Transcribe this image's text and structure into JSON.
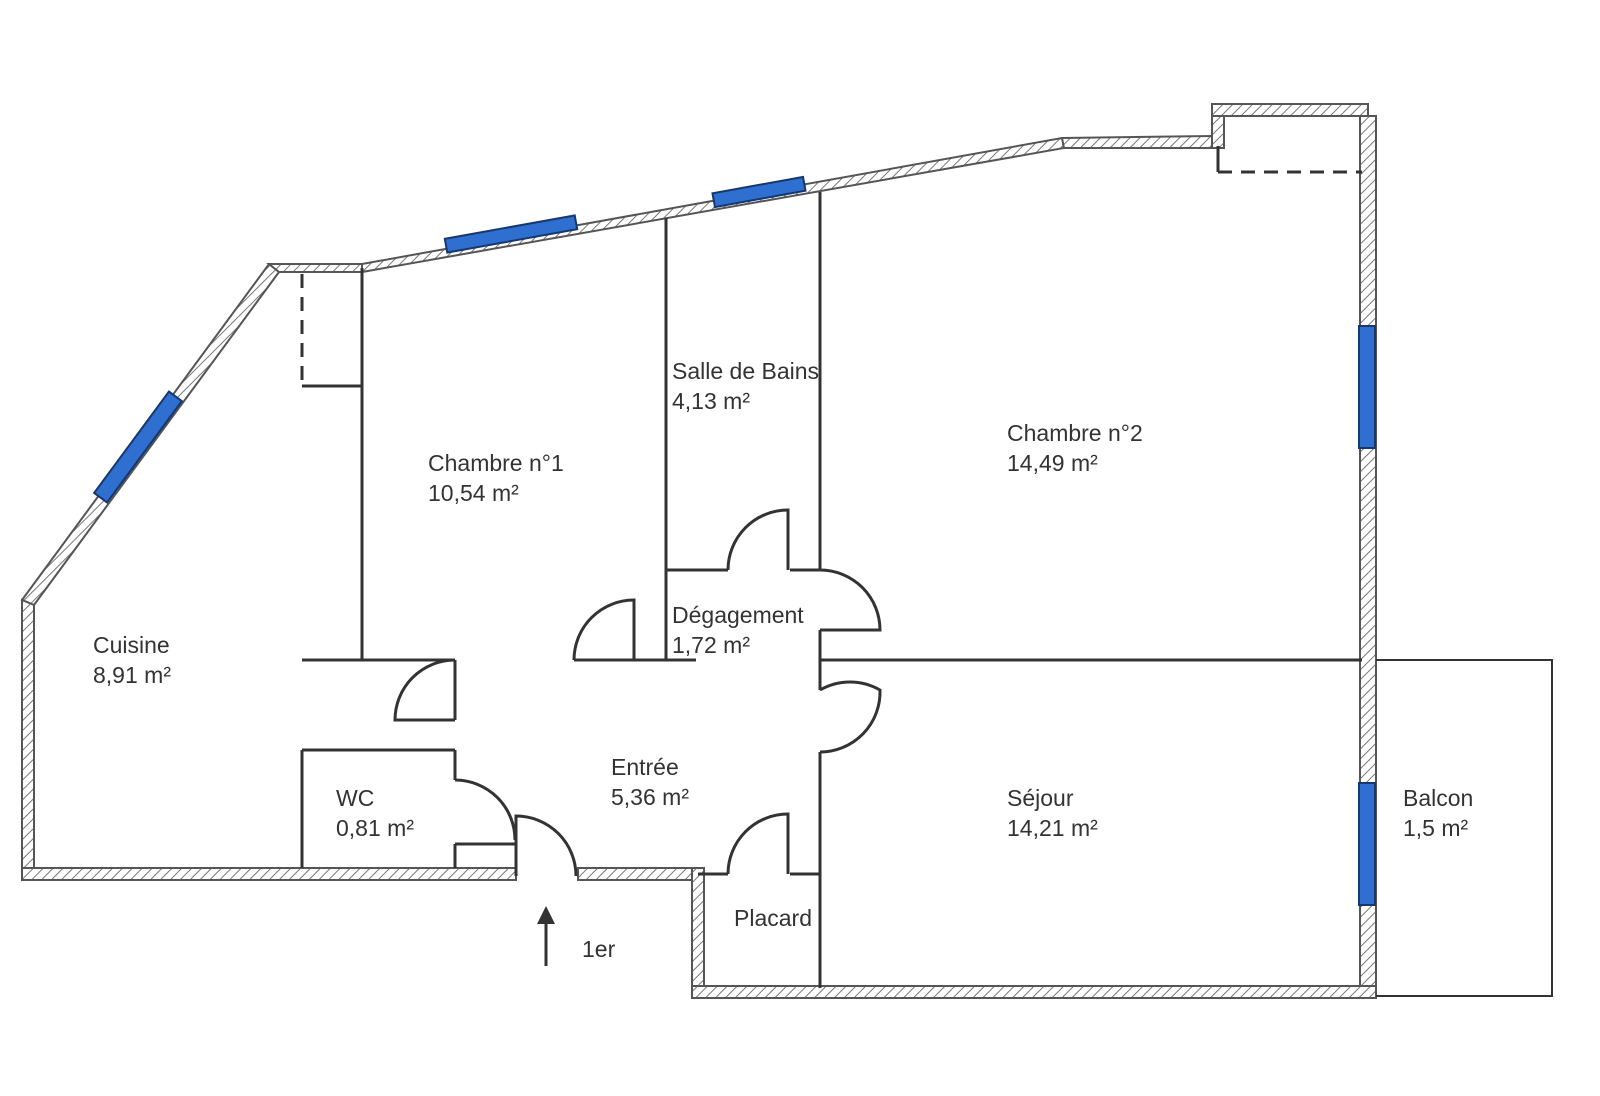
{
  "rooms": {
    "cuisine": {
      "name": "Cuisine",
      "area": "8,91  m²"
    },
    "chambre1": {
      "name": "Chambre n°1",
      "area": "10,54  m²"
    },
    "salle_bains": {
      "name": "Salle de Bains",
      "area": "4,13  m²"
    },
    "chambre2": {
      "name": "Chambre n°2",
      "area": "14,49  m²"
    },
    "degagement": {
      "name": "Dégagement",
      "area": "1,72  m²"
    },
    "entree": {
      "name": "Entrée",
      "area": "5,36  m²"
    },
    "wc": {
      "name": "WC",
      "area": "0,81  m²"
    },
    "sejour": {
      "name": "Séjour",
      "area": "14,21  m²"
    },
    "balcon": {
      "name": "Balcon",
      "area": "1,5  m²"
    },
    "placard": {
      "name": "Placard"
    }
  },
  "entrance": {
    "label": "1er"
  },
  "colors": {
    "window": "#2f6fd0",
    "wall_hatch": "#777777",
    "line": "#333333"
  }
}
